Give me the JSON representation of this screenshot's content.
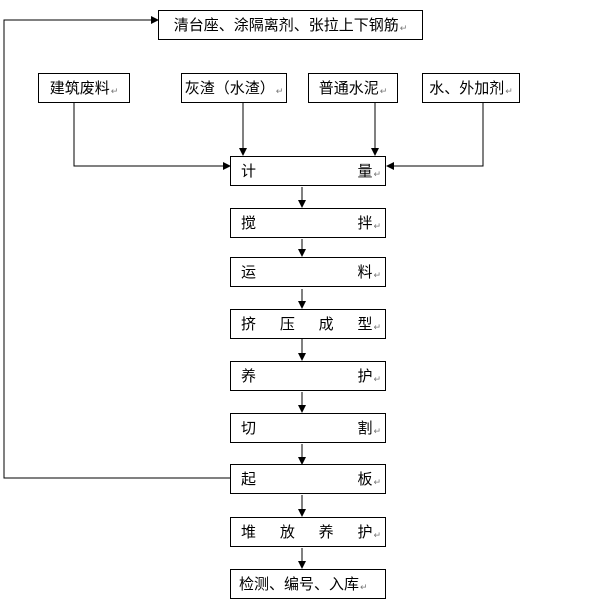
{
  "top_step": "清台座、涂隔离剂、张拉上下钢筋",
  "inputs": [
    "建筑废料",
    "灰渣（水渣）",
    "普通水泥",
    "水、外加剂"
  ],
  "steps": [
    [
      "计",
      "量"
    ],
    [
      "搅",
      "拌"
    ],
    [
      "运",
      "料"
    ],
    [
      "挤",
      "压",
      "成",
      "型"
    ],
    [
      "养",
      "护"
    ],
    [
      "切",
      "割"
    ],
    [
      "起",
      "板"
    ],
    [
      "堆",
      "放",
      "养",
      "护"
    ],
    [
      "检测、编号、入库"
    ]
  ],
  "paragraph_mark": "↵"
}
